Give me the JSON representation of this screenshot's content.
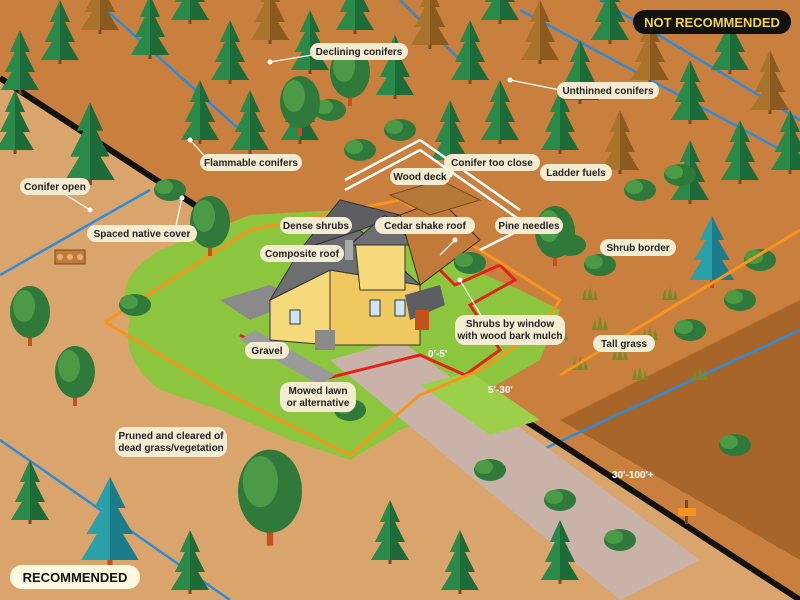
{
  "banners": {
    "not_recommended": "NOT RECOMMENDED",
    "recommended": "RECOMMENDED"
  },
  "zones": {
    "z1": "0'-5'",
    "z2": "5'-30'",
    "z3": "30'-100'+"
  },
  "labels": {
    "declining_conifers": "Declining conifers",
    "unthinned_conifers": "Unthinned conifers",
    "flammable_conifers": "Flammable conifers",
    "conifer_too_close": "Conifer too close",
    "wood_deck": "Wood deck",
    "ladder_fuels": "Ladder fuels",
    "conifer_open": "Conifer open",
    "spaced_native_cover": "Spaced native cover",
    "dense_shrubs": "Dense shrubs",
    "cedar_shake_roof": "Cedar shake roof",
    "pine_needles": "Pine needles",
    "composite_roof": "Composite roof",
    "shrub_border": "Shrub border",
    "shrubs_by_window_1": "Shrubs by window",
    "shrubs_by_window_2": "with wood bark mulch",
    "tall_grass": "Tall grass",
    "gravel": "Gravel",
    "mowed_lawn_1": "Mowed lawn",
    "mowed_lawn_2": "or alternative",
    "pruned_1": "Pruned and cleared of",
    "pruned_2": "dead grass/vegetation"
  },
  "colors": {
    "recommended_ground": "#d9a56c",
    "not_recommended_ground": "#c9803f",
    "lawn": "#8cc63f",
    "zone_line_red": "#e2231a",
    "zone_line_orange": "#f7941d",
    "property_line": "#2e8bd8",
    "divider": "#111111",
    "house_wall": "#f5d97a",
    "composite_roof": "#6d6e71",
    "cedar_roof": "#c17a3a"
  }
}
